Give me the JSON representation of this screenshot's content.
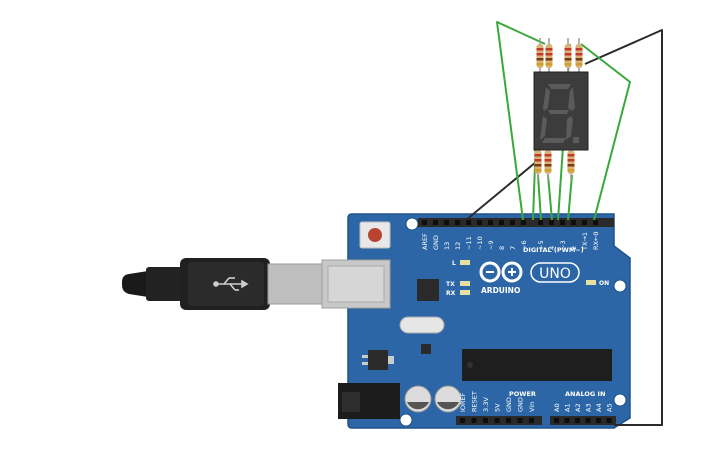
{
  "board": {
    "name": "UNO",
    "brand": "ARDUINO",
    "digital_header_label": "DIGITAL (PWM~)",
    "power_label": "POWER",
    "analog_label": "ANALOG IN",
    "on_label": "ON",
    "led_l_label": "L",
    "tx_label": "TX",
    "rx_label": "RX",
    "digital_pins": [
      "AREF",
      "GND",
      "13",
      "12",
      "~11",
      "~10",
      "~9",
      "8",
      "7",
      "~6",
      "~5",
      "4",
      "~3",
      "2",
      "TX→1",
      "RX←0"
    ],
    "power_pins": [
      "IOREF",
      "RESET",
      "3.3V",
      "5V",
      "GND",
      "GND",
      "Vin"
    ],
    "analog_pins": [
      "A0",
      "A1",
      "A2",
      "A3",
      "A4",
      "A5"
    ]
  },
  "display": {
    "digit": "8."
  },
  "colors": {
    "board": "#2c66a6",
    "board_edge": "#1f5288",
    "header": "#2a2a2a",
    "wire_green": "#3aa83a",
    "wire_black": "#2b2b2b",
    "display_body": "#3c3c3c",
    "segment": "#5b5b5b",
    "resistor_body": "#d9b27a"
  }
}
